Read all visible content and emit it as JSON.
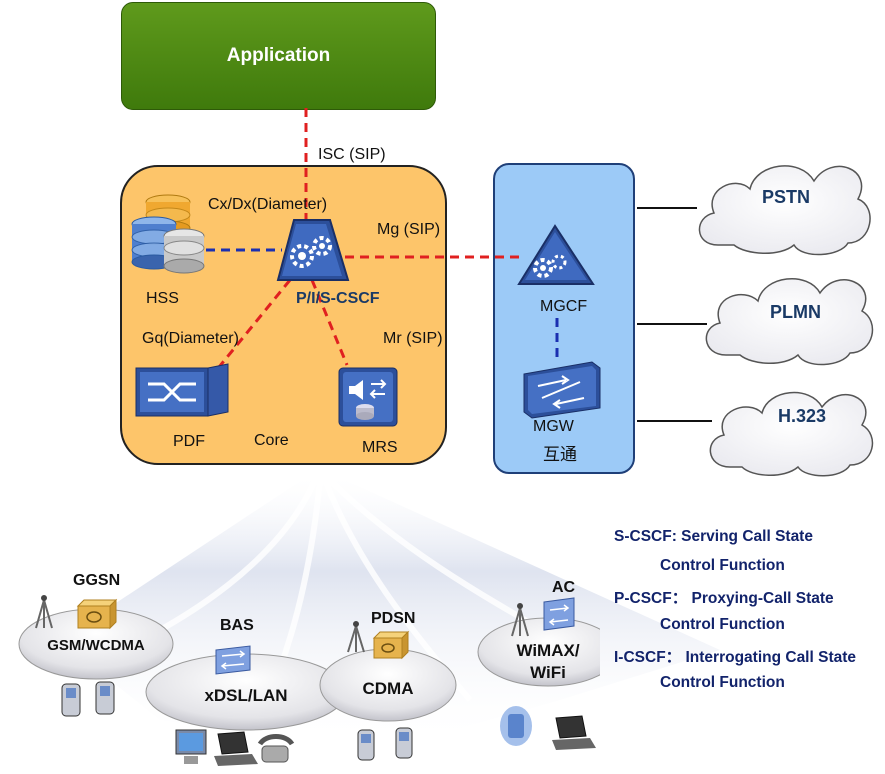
{
  "application": "Application",
  "core": {
    "label": "Core",
    "hss": "HSS",
    "cscf": "P/I/S-CSCF",
    "pdf": "PDF",
    "mrs": "MRS"
  },
  "interfaces": {
    "isc": "ISC (SIP)",
    "cx": "Cx/Dx(Diameter)",
    "mg": "Mg (SIP)",
    "gq": "Gq(Diameter)",
    "mr": "Mr (SIP)"
  },
  "interworking": {
    "mgcf": "MGCF",
    "mgw": "MGW",
    "label": "互通"
  },
  "clouds": [
    "PSTN",
    "PLMN",
    "H.323"
  ],
  "access": {
    "gsm": {
      "label": "GSM/WCDMA",
      "node": "GGSN"
    },
    "xdsl": {
      "label": "xDSL/LAN",
      "node": "BAS"
    },
    "cdma": {
      "label": "CDMA",
      "node": "PDSN"
    },
    "wimax": {
      "label": "WiMAX/\nWiFi",
      "node": "AC"
    }
  },
  "definitions": [
    {
      "term": "S-CSCF:",
      "line1": "Serving Call State",
      "line2": "Control Function"
    },
    {
      "term": "P-CSCF：",
      "line1": "Proxying-Call State",
      "line2": "Control Function"
    },
    {
      "term": "I-CSCF：",
      "line1": "Interrogating Call State",
      "line2": "Control Function"
    }
  ],
  "colors": {
    "application": "#4f8a14",
    "core": "#fdc56a",
    "interworking": "#9ccaf7",
    "sip_link": "#e02020",
    "diameter_link": "#1a2fb0",
    "definition_text": "#12236b"
  }
}
